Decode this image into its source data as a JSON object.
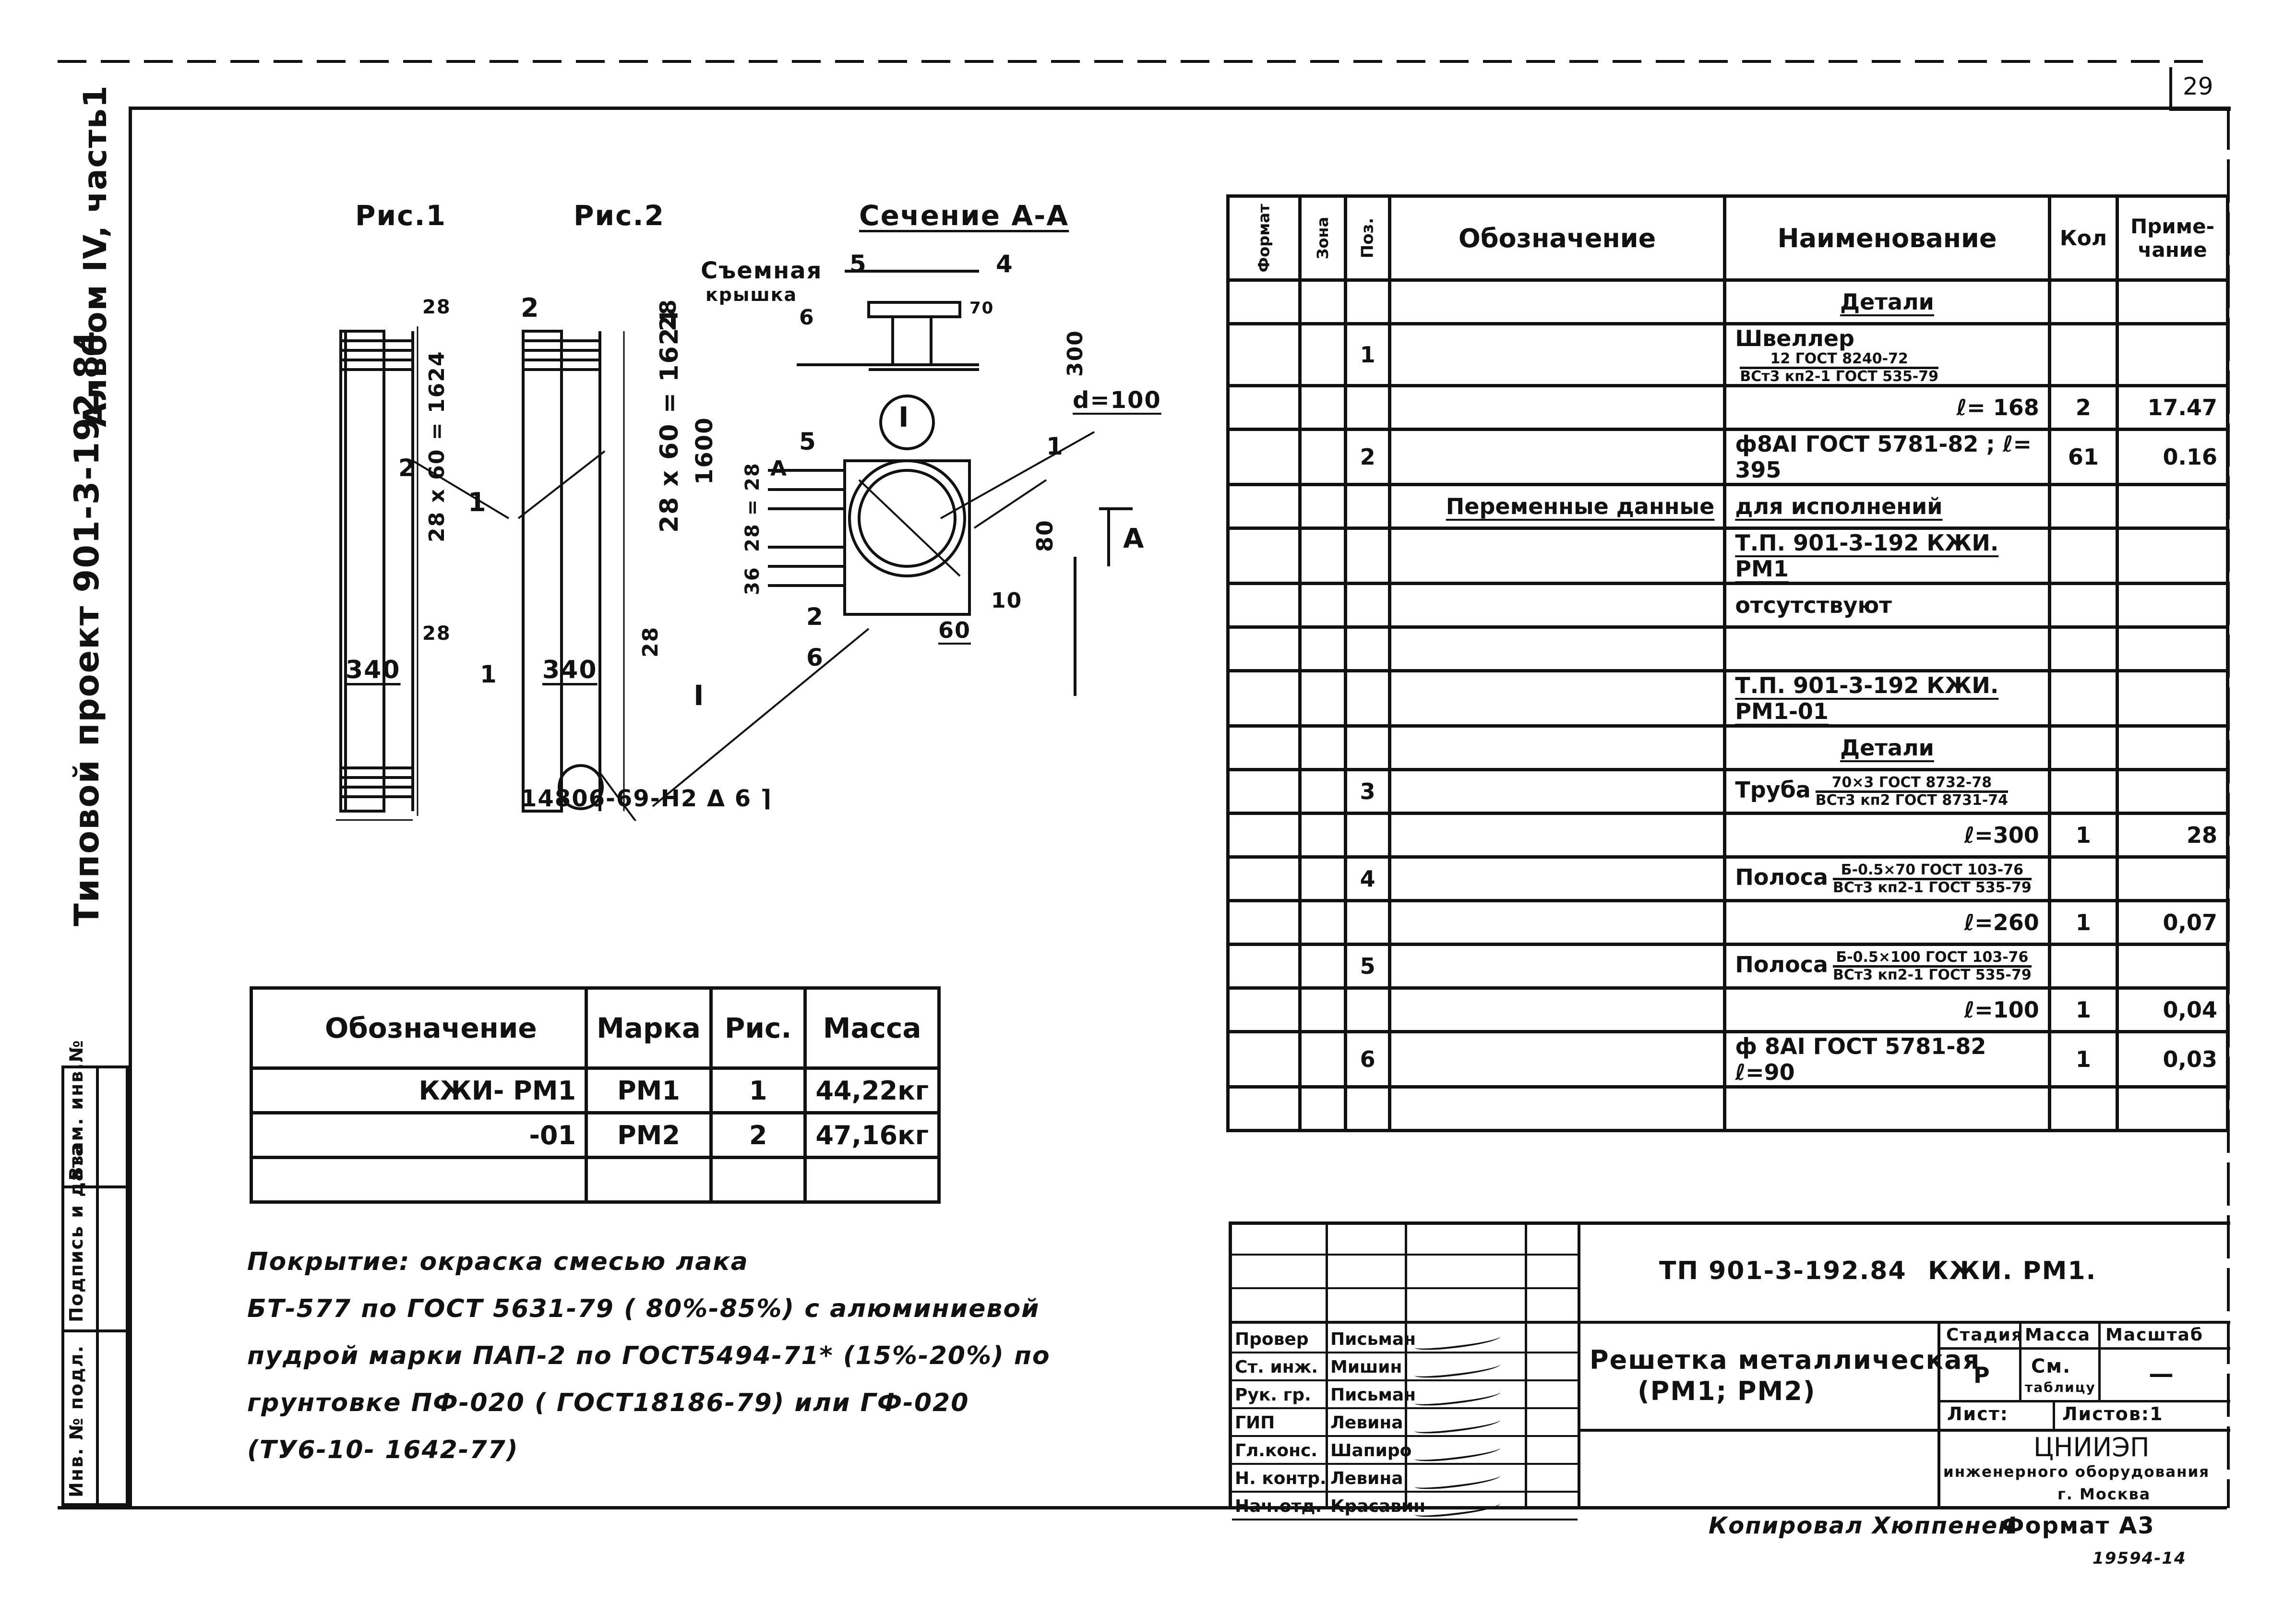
{
  "page_number": "29",
  "side_margin": {
    "project": "Типовой   проект 901-3-192.84",
    "album": "Альбом IV, часть1",
    "inv_labels": [
      "Инв. № подл.",
      "Подпись и дата",
      "Взам. инв.№"
    ]
  },
  "drawing": {
    "fig1_label": "Рис.1",
    "fig2_label": "Рис.2",
    "section_label": "Сечение А-А",
    "removable_cover_line1": "Съемная",
    "removable_cover_line2": "крышка",
    "dim_28_top": "28",
    "dim_28x60_1624": "28 x 60 = 1624",
    "dim_28x60_1624_b": "28 x 60 = 1624",
    "dim_1600": "1600",
    "dim_340_a": "340",
    "dim_340_b": "340",
    "dim_28_bot": "28",
    "dim_70": "70",
    "dim_300": "300",
    "dim_d100": "d=100",
    "dim_80": "80",
    "dim_10": "10",
    "dim_60": "60",
    "dim_28_28": "28 = 28",
    "dim_36": "36",
    "section_arrow": "А",
    "roman_one": "I",
    "roman_one_b": "I",
    "weld_note": "14806-69-Н2 Δ 6 ⌉",
    "pos_labels": [
      "1",
      "2",
      "2",
      "1",
      "5",
      "4",
      "6",
      "5",
      "1",
      "2",
      "6",
      "1",
      "А"
    ]
  },
  "spec_table": {
    "headers": {
      "format": "Формат",
      "zone": "Зона",
      "pos": "Поз.",
      "designation": "Обозначение",
      "name": "Наименование",
      "qty": "Кол",
      "note": "Приме-чание"
    },
    "rows": [
      {
        "pos": "",
        "designation": "",
        "name": "Детали",
        "qty": "",
        "note": "",
        "style": "title"
      },
      {
        "pos": "1",
        "designation": "",
        "name": "Швеллер",
        "frac_n": "12 ГОСТ 8240-72",
        "frac_d": "ВСт3 кп2-1 ГОСТ 535-79",
        "qty": "",
        "note": ""
      },
      {
        "pos": "",
        "designation": "",
        "name": "ℓ= 168",
        "qty": "2",
        "note": "17.47",
        "style": "right"
      },
      {
        "pos": "2",
        "designation": "",
        "name": "ф8АI ГОСТ 5781-82 ; ℓ= 395",
        "qty": "61",
        "note": "0.16"
      },
      {
        "pos": "",
        "designation": "Переменные данные",
        "name": "для исполнений",
        "qty": "",
        "note": "",
        "style": "ul"
      },
      {
        "pos": "",
        "designation": "",
        "name": "Т.П. 901-3-192 КЖИ. РМ1",
        "qty": "",
        "note": "",
        "style": "ul"
      },
      {
        "pos": "",
        "designation": "",
        "name": "отсутствуют",
        "qty": "",
        "note": ""
      },
      {
        "pos": "",
        "designation": "",
        "name": "",
        "qty": "",
        "note": ""
      },
      {
        "pos": "",
        "designation": "",
        "name": "Т.П. 901-3-192 КЖИ. РМ1-01",
        "qty": "",
        "note": "",
        "style": "ul"
      },
      {
        "pos": "",
        "designation": "",
        "name": "Детали",
        "qty": "",
        "note": "",
        "style": "title"
      },
      {
        "pos": "3",
        "designation": "",
        "name": "Труба",
        "frac_n": "70×3 ГОСТ 8732-78",
        "frac_d": "ВСт3 кп2 ГОСТ 8731-74",
        "qty": "",
        "note": ""
      },
      {
        "pos": "",
        "designation": "",
        "name": "ℓ=300",
        "qty": "1",
        "note": "28",
        "style": "right"
      },
      {
        "pos": "4",
        "designation": "",
        "name": "Полоса",
        "frac_n": "Б-0.5×70 ГОСТ 103-76",
        "frac_d": "ВСт3 кп2-1 ГОСТ 535-79",
        "qty": "",
        "note": ""
      },
      {
        "pos": "",
        "designation": "",
        "name": "ℓ=260",
        "qty": "1",
        "note": "0,07",
        "style": "right"
      },
      {
        "pos": "5",
        "designation": "",
        "name": "Полоса",
        "frac_n": "Б-0.5×100 ГОСТ 103-76",
        "frac_d": "ВСт3 кп2-1 ГОСТ 535-79",
        "qty": "",
        "note": ""
      },
      {
        "pos": "",
        "designation": "",
        "name": "ℓ=100",
        "qty": "1",
        "note": "0,04",
        "style": "right"
      },
      {
        "pos": "6",
        "designation": "",
        "name": "ф 8АI ГОСТ 5781-82 ℓ=90",
        "qty": "1",
        "note": "0,03"
      },
      {
        "pos": "",
        "designation": "",
        "name": "",
        "qty": "",
        "note": ""
      }
    ]
  },
  "mass_table": {
    "headers": [
      "Обозначение",
      "Марка",
      "Рис.",
      "Масса"
    ],
    "rows": [
      [
        "КЖИ- РМ1",
        "РМ1",
        "1",
        "44,22кг"
      ],
      [
        "-01",
        "РМ2",
        "2",
        "47,16кг"
      ],
      [
        "",
        "",
        "",
        ""
      ]
    ]
  },
  "coating_note": [
    "Покрытие: окраска смесью лака",
    "БТ-577 по ГОСТ 5631-79 ( 80%-85%) с алюминиевой",
    "пудрой марки  ПАП-2  по ГОСТ5494-71* (15%-20%) по",
    "грунтовке ПФ-020 ( ГОСТ18186-79) или ГФ-020",
    "(ТУ6-10- 1642-77)"
  ],
  "title_block": {
    "doc_code": "ТП 901-3-192.84",
    "mark": "КЖИ. РМ1.",
    "item_title_1": "Решетка металлическая",
    "item_title_2": "(РМ1; РМ2)",
    "stage_label": "Стадия",
    "mass_label": "Масса",
    "scale_label": "Масштаб",
    "stage_value": "Р",
    "mass_value_1": "См.",
    "mass_value_2": "таблицу",
    "scale_value": "—",
    "sheet_label": "Лист:",
    "sheets_label": "Листов:1",
    "org_1": "ЦНИИЭП",
    "org_2": "инженерного оборудования",
    "org_3": "г. Москва",
    "signers": [
      {
        "role": "Провер",
        "name": "Письман"
      },
      {
        "role": "Ст. инж.",
        "name": "Мишин"
      },
      {
        "role": "Рук. гр.",
        "name": "Письман"
      },
      {
        "role": "ГИП",
        "name": "Левина"
      },
      {
        "role": "Гл.конс.",
        "name": "Шапиро"
      },
      {
        "role": "Н. контр.",
        "name": "Левина"
      },
      {
        "role": "Нач.отд.",
        "name": "Красавин"
      }
    ]
  },
  "footer": {
    "copied": "Копировал  Хюппенен",
    "format": "Формат А3",
    "number": "19594-14"
  }
}
